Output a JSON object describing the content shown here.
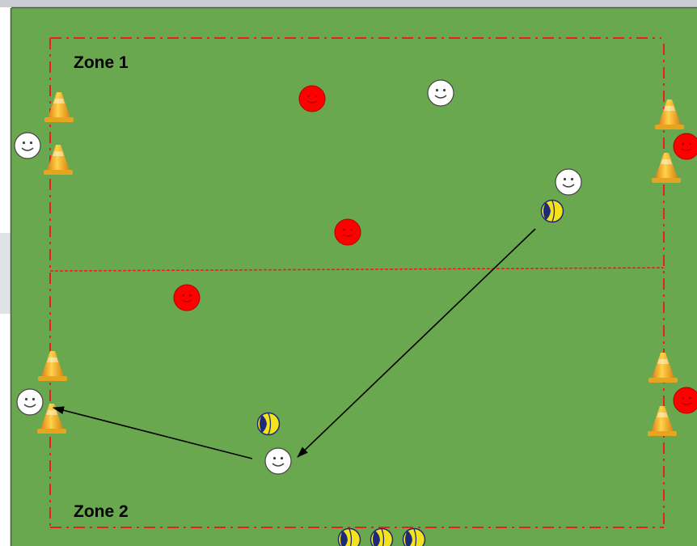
{
  "zones": [
    {
      "label": "Zone 1"
    },
    {
      "label": "Zone 2"
    }
  ],
  "colors": {
    "field": "#6aa84f",
    "boundary": "#e8211a",
    "red_player": "#ff0000",
    "white_player": "#ffffff",
    "cone": "#f2b51c",
    "ball_yellow": "#f4e21b",
    "ball_blue": "#1d2a78",
    "arrow": "#000000",
    "grey_panel": "#dfe3e7"
  },
  "legend_icons": [
    "red-player-icon",
    "white-player-icon",
    "cone-icon",
    "ball-icon",
    "pass-arrow"
  ]
}
